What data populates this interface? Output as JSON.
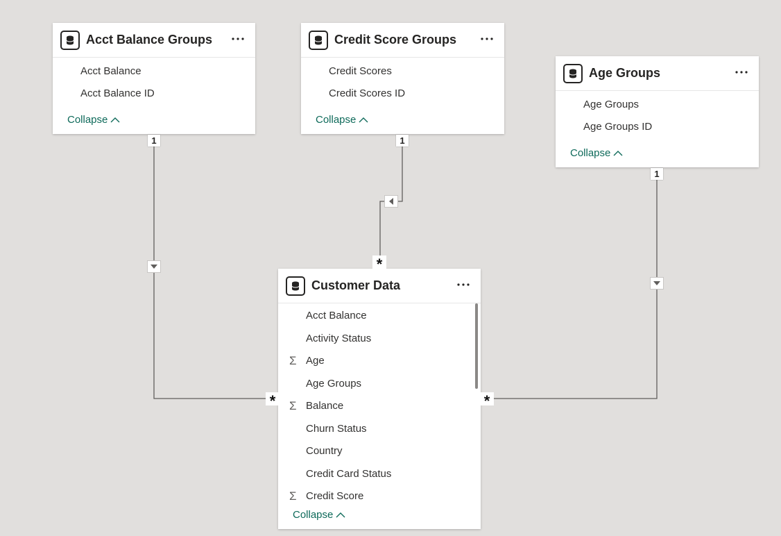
{
  "tables": {
    "acct_balance_groups": {
      "title": "Acct Balance Groups",
      "fields": [
        "Acct Balance",
        "Acct Balance ID"
      ],
      "collapse_label": "Collapse"
    },
    "credit_score_groups": {
      "title": "Credit Score Groups",
      "fields": [
        "Credit Scores",
        "Credit Scores ID"
      ],
      "collapse_label": "Collapse"
    },
    "age_groups": {
      "title": "Age Groups",
      "fields": [
        "Age Groups",
        "Age Groups ID"
      ],
      "collapse_label": "Collapse"
    },
    "customer_data": {
      "title": "Customer Data",
      "fields": [
        {
          "name": "Acct Balance",
          "sigma": false
        },
        {
          "name": "Activity Status",
          "sigma": false
        },
        {
          "name": "Age",
          "sigma": true
        },
        {
          "name": "Age Groups",
          "sigma": false
        },
        {
          "name": "Balance",
          "sigma": true
        },
        {
          "name": "Churn Status",
          "sigma": false
        },
        {
          "name": "Country",
          "sigma": false
        },
        {
          "name": "Credit Card Status",
          "sigma": false
        },
        {
          "name": "Credit Score",
          "sigma": true
        }
      ],
      "collapse_label": "Collapse"
    }
  },
  "relationships": {
    "one_label": "1",
    "many_label": "*"
  },
  "glyphs": {
    "more": "more-horizontal-icon",
    "sigma": "Σ",
    "database": "database-icon",
    "chevron": "chevron-up-icon"
  },
  "colors": {
    "canvas": "#e1dfdd",
    "card": "#ffffff",
    "link": "#0e6a5a",
    "line": "#605e5c",
    "text": "#252423"
  }
}
